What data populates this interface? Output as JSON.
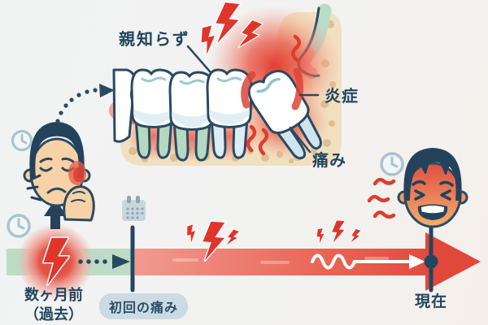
{
  "figure": {
    "type": "dental-pain-timeline-infographic",
    "labels": {
      "wisdom_tooth": "親知らず",
      "inflammation": "炎症",
      "pain": "痛み",
      "months_ago": "数ヶ月前",
      "past": "（過去）",
      "first_pain": "初回の痛み",
      "present": "現在"
    },
    "timeline": {
      "start_label": "数ヶ月前（過去）",
      "midpoint_label": "初回の痛み",
      "end_label": "現在",
      "direction": "left-to-right"
    },
    "icons": {
      "clock": "clock-icon",
      "calendar": "calendar-icon",
      "lightning": "lightning-bolt-icon",
      "dotted_arrow": "dotted-arrow-icon",
      "up_arrow": "up-arrow-icon",
      "timeline_arrow": "timeline-arrow-icon",
      "pain_squiggle": "pain-squiggle-icon"
    },
    "colors": {
      "accent_red": "#e0352b",
      "navy": "#24455f",
      "timeline_green": "#bcdcc6",
      "timeline_red": "#e14b3c",
      "pill_bg": "#ccdbe3",
      "bone_beige": "#f1e0bf",
      "gum_pink": "#f2a59a",
      "mucosa_green": "#b9dcc8",
      "skin": "#f7d2a6",
      "background": "#f2f3f2"
    }
  }
}
